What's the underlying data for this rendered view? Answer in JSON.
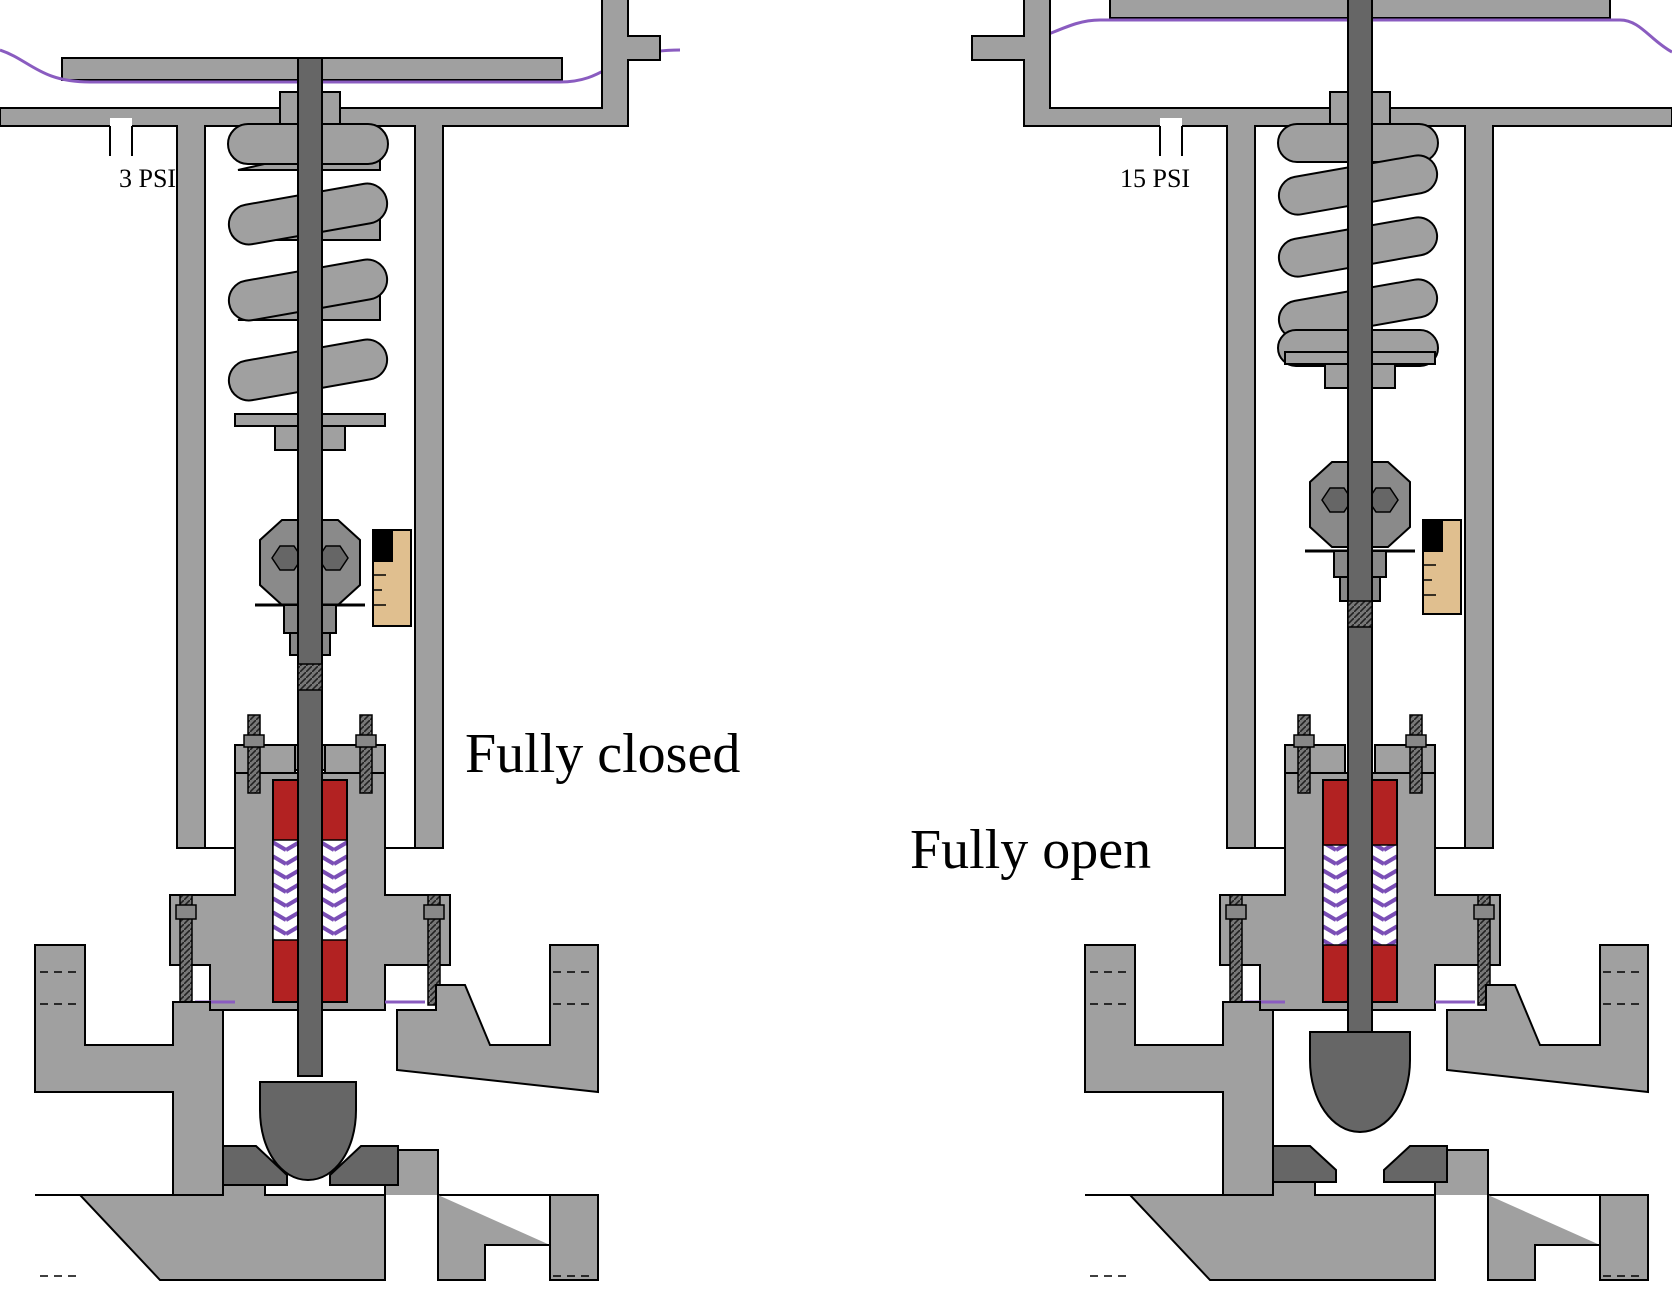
{
  "left_valve": {
    "pressure_label": "3 PSI",
    "state_label": "Fully closed"
  },
  "right_valve": {
    "pressure_label": "15 PSI",
    "state_label": "Fully open"
  },
  "colors": {
    "body_gray": "#a0a0a0",
    "stem_dark": "#666666",
    "diaphragm_purple": "#8a5cc0",
    "packing_red": "#b22222",
    "packing_purple": "#7b4fb6",
    "scale_tan": "#e0bf8f",
    "outline": "#000000",
    "background": "#ffffff"
  }
}
